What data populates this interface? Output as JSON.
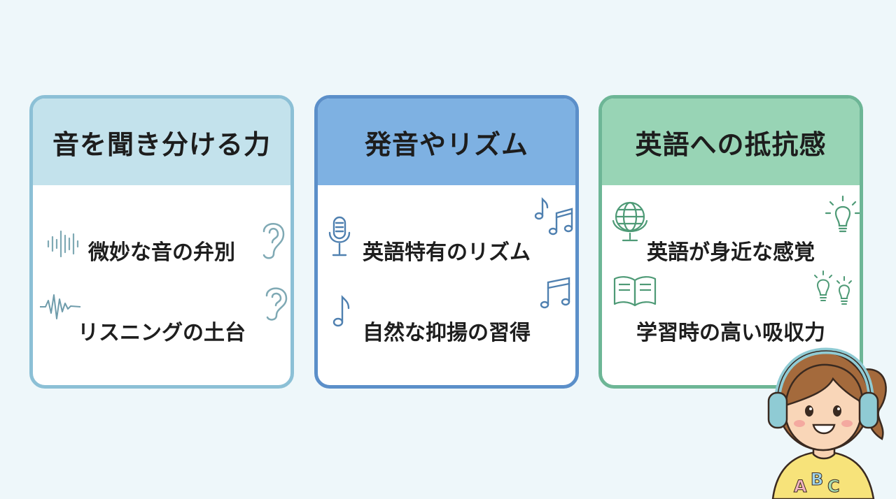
{
  "cards": [
    {
      "title": "音を聞き分ける力",
      "items": [
        "微妙な音の弁別",
        "リスニングの土台"
      ],
      "border_color": "#8cc0d6",
      "header_color": "#c3e2ec",
      "icons": [
        "sound-wave-icon",
        "ear-icon",
        "waveform-icon",
        "ear-icon"
      ]
    },
    {
      "title": "発音やリズム",
      "items": [
        "英語特有のリズム",
        "自然な抑揚の習得"
      ],
      "border_color": "#5b8fc9",
      "header_color": "#7eb1e2",
      "icons": [
        "microphone-icon",
        "music-notes-icon",
        "music-note-icon",
        "music-notes-icon"
      ]
    },
    {
      "title": "英語への抵抗感",
      "items": [
        "英語が身近な感覚",
        "学習時の高い吸収力"
      ],
      "border_color": "#6db696",
      "header_color": "#98d4b5",
      "icons": [
        "globe-icon",
        "lightbulb-icon",
        "open-book-icon",
        "lightbulbs-icon"
      ]
    }
  ],
  "character": {
    "shirt_letters": [
      "A",
      "B",
      "C"
    ],
    "shirt_color": "#f7e37a",
    "headphone_color": "#8fcbd4"
  }
}
